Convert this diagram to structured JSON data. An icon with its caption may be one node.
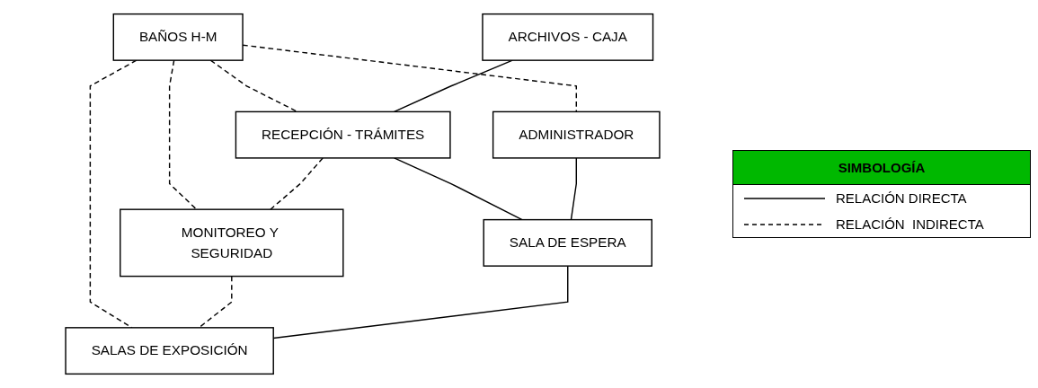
{
  "diagram": {
    "nodes": [
      {
        "text": [
          "BAÑOS H-M"
        ]
      },
      {
        "text": [
          "ARCHIVOS - CAJA"
        ]
      },
      {
        "text": [
          "RECEPCIÓN - TRÁMITES"
        ]
      },
      {
        "text": [
          "MONITOREO Y SEGURIDAD"
        ]
      },
      {
        "text": [
          "ADMINISTRADOR"
        ]
      },
      {
        "text": [
          "SALA DE ESPERA"
        ]
      },
      {
        "text": [
          "SALAS DE EXPOSICIÓN"
        ]
      }
    ],
    "edges": [
      {
        "from": 0,
        "to": 2,
        "arrow": "none",
        "style": "dashed"
      },
      {
        "from": 0,
        "to": 4,
        "arrow": "none",
        "style": "dashed"
      },
      {
        "from": 0,
        "to": 3,
        "arrow": "none",
        "style": "dashed"
      },
      {
        "from": 0,
        "to": 6,
        "arrow": "none",
        "style": "dashed"
      },
      {
        "from": 1,
        "to": 2,
        "arrow": "none"
      },
      {
        "from": 2,
        "to": 3,
        "arrow": "none",
        "style": "dashed"
      },
      {
        "from": 2,
        "to": 5,
        "arrow": "none"
      },
      {
        "from": 3,
        "to": 6,
        "arrow": "none",
        "style": "dashed"
      },
      {
        "from": 4,
        "to": 5,
        "arrow": "none"
      },
      {
        "from": 5,
        "to": 6,
        "arrow": "none"
      }
    ],
    "labels": [
      "SIMBOLOGÍA"
    ],
    "legend": [
      {
        "text": "RELACIÓN DIRECTA"
      },
      {
        "text": "RELACIÓN  INDIRECTA"
      }
    ]
  }
}
